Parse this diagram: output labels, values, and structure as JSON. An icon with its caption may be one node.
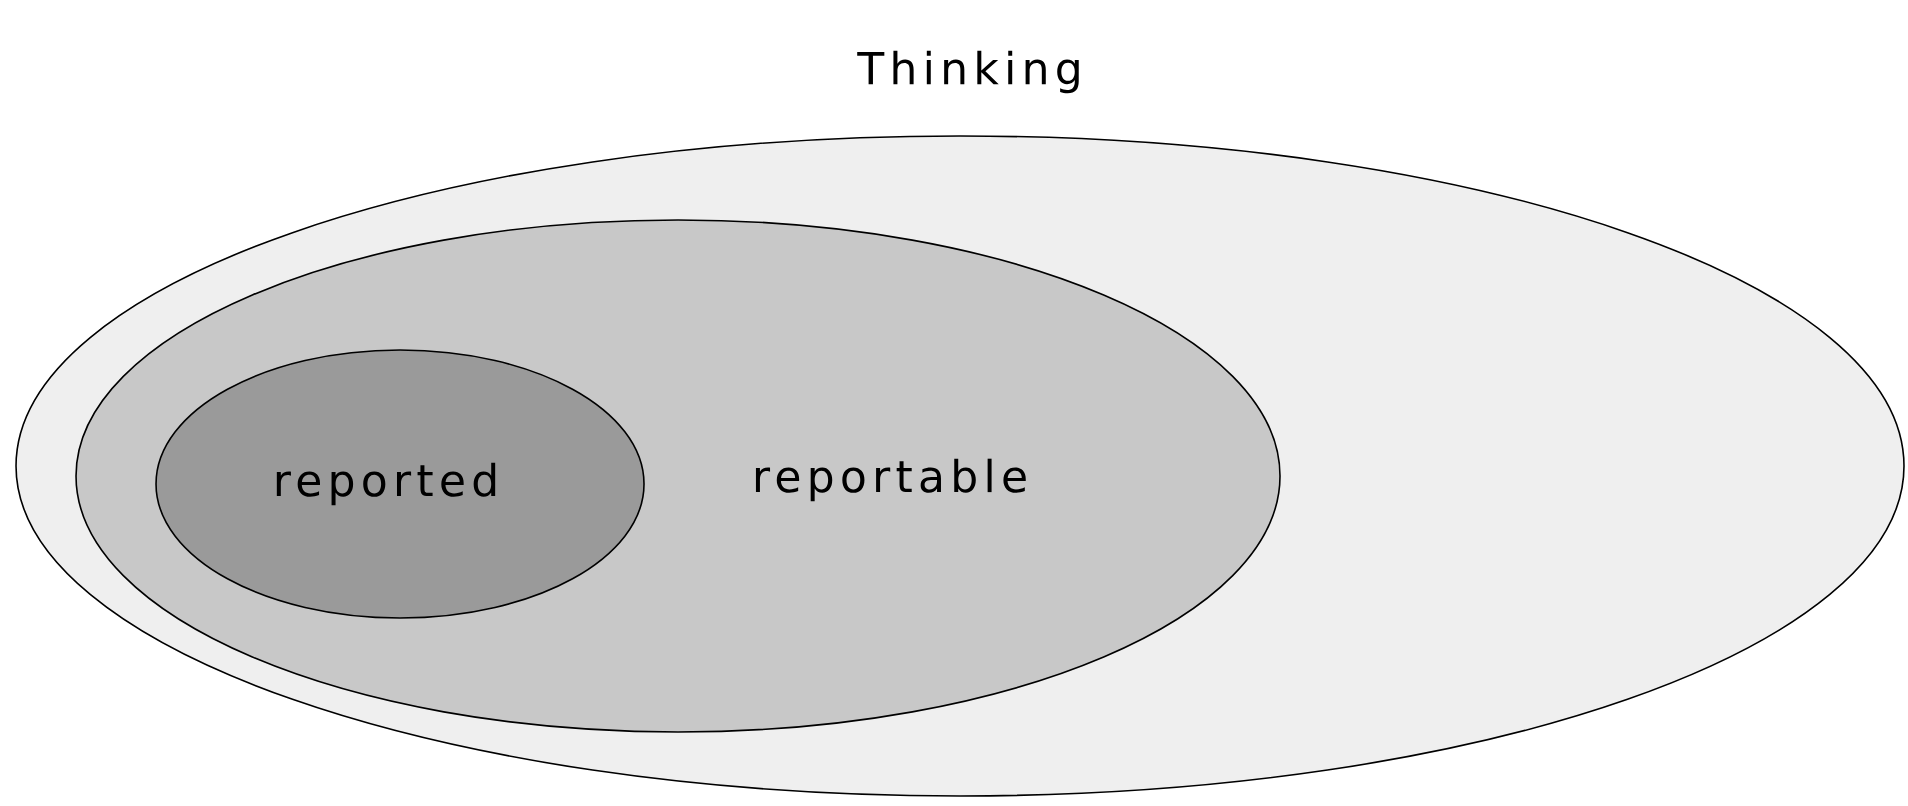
{
  "diagram": {
    "nodes": [
      {
        "text": [
          "Thinking"
        ]
      },
      {
        "text": [
          "reportable"
        ],
        "in": 0
      },
      {
        "text": [
          "reported"
        ],
        "in": 1
      }
    ]
  }
}
